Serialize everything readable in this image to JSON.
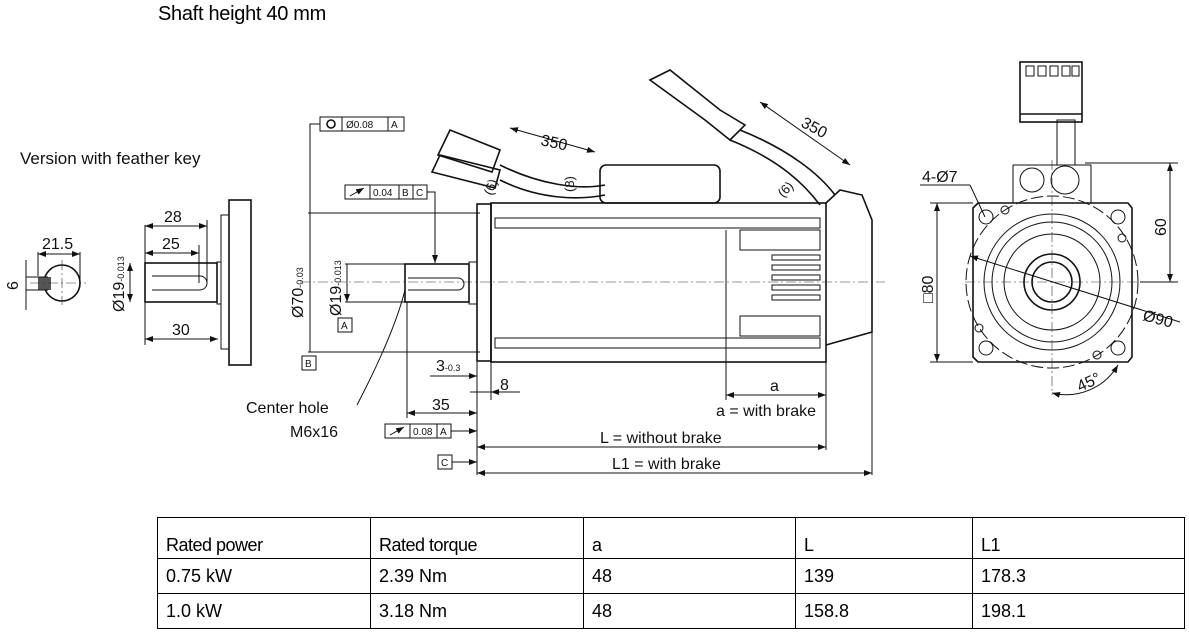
{
  "title": "Shaft height 40 mm",
  "drawing": {
    "feather_key_label": "Version with feather key",
    "key_view": {
      "width": "21.5",
      "height": "6"
    },
    "key_shaft": {
      "dim_28": "28",
      "dim_25": "25",
      "dim_30": "30",
      "diameter": "Ø19",
      "tol": "-0.013"
    },
    "side_view": {
      "fcf_concentricity": {
        "value": "Ø0.08",
        "datum": "A"
      },
      "fcf_runout_1": {
        "value": "0.04",
        "datum1": "B",
        "datum2": "C"
      },
      "fcf_runout_2": {
        "value": "0.08",
        "datum": "A"
      },
      "datum_a": "A",
      "datum_b": "B",
      "datum_c": "C",
      "flange_diameter": "Ø70",
      "flange_tol": "-0.03",
      "shaft_diameter": "Ø19",
      "shaft_tol": "-0.013",
      "dim_3": "3",
      "dim_3_tol": "-0.3",
      "dim_8": "8",
      "dim_35": "35",
      "cable_len_1": "350",
      "cable_len_2": "350",
      "bend_1": "(6)",
      "bend_2": "(8)",
      "bend_3": "(6)",
      "center_hole_1": "Center hole",
      "center_hole_2": "M6x16",
      "dim_a": "a",
      "a_label": "a = with brake",
      "L_label": "L = without brake",
      "L1_label": "L1 = with brake"
    },
    "front_view": {
      "holes": "4-Ø7",
      "square": "□80",
      "dim_60": "60",
      "pcd": "Ø90",
      "angle": "45°"
    }
  },
  "table": {
    "headers": [
      "Rated power",
      "Rated torque",
      "a",
      "L",
      "L1"
    ],
    "rows": [
      [
        "0.75 kW",
        "2.39 Nm",
        "48",
        "139",
        "178.3"
      ],
      [
        "1.0 kW",
        "3.18 Nm",
        "48",
        "158.8",
        "198.1"
      ]
    ]
  }
}
